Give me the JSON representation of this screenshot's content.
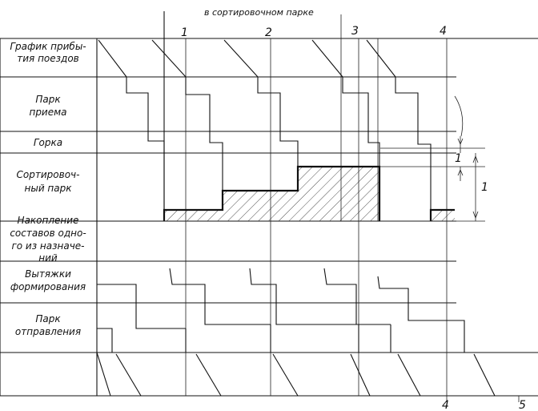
{
  "top_caption": "в сортировочном парке",
  "rows": [
    {
      "id": "arrival",
      "lines": [
        "График прибы-",
        "тия поездов"
      ]
    },
    {
      "id": "receiving",
      "lines": [
        "Парк",
        "приема"
      ]
    },
    {
      "id": "hump",
      "lines": [
        "Горка"
      ]
    },
    {
      "id": "sorting",
      "lines": [
        "Сортировоч-",
        "ный парк"
      ]
    },
    {
      "id": "accumulation",
      "lines": [
        "Накопление",
        "составов одно-",
        "го из назначе-",
        "ний"
      ]
    },
    {
      "id": "pulling",
      "lines": [
        "Вытяжки",
        "формирования"
      ]
    },
    {
      "id": "departure",
      "lines": [
        "Парк",
        "отправления"
      ]
    }
  ],
  "top_numbers": [
    "1",
    "2",
    "3",
    "4"
  ],
  "bottom_numbers": [
    "4",
    "5"
  ],
  "right_marks": [
    "1",
    "1"
  ]
}
